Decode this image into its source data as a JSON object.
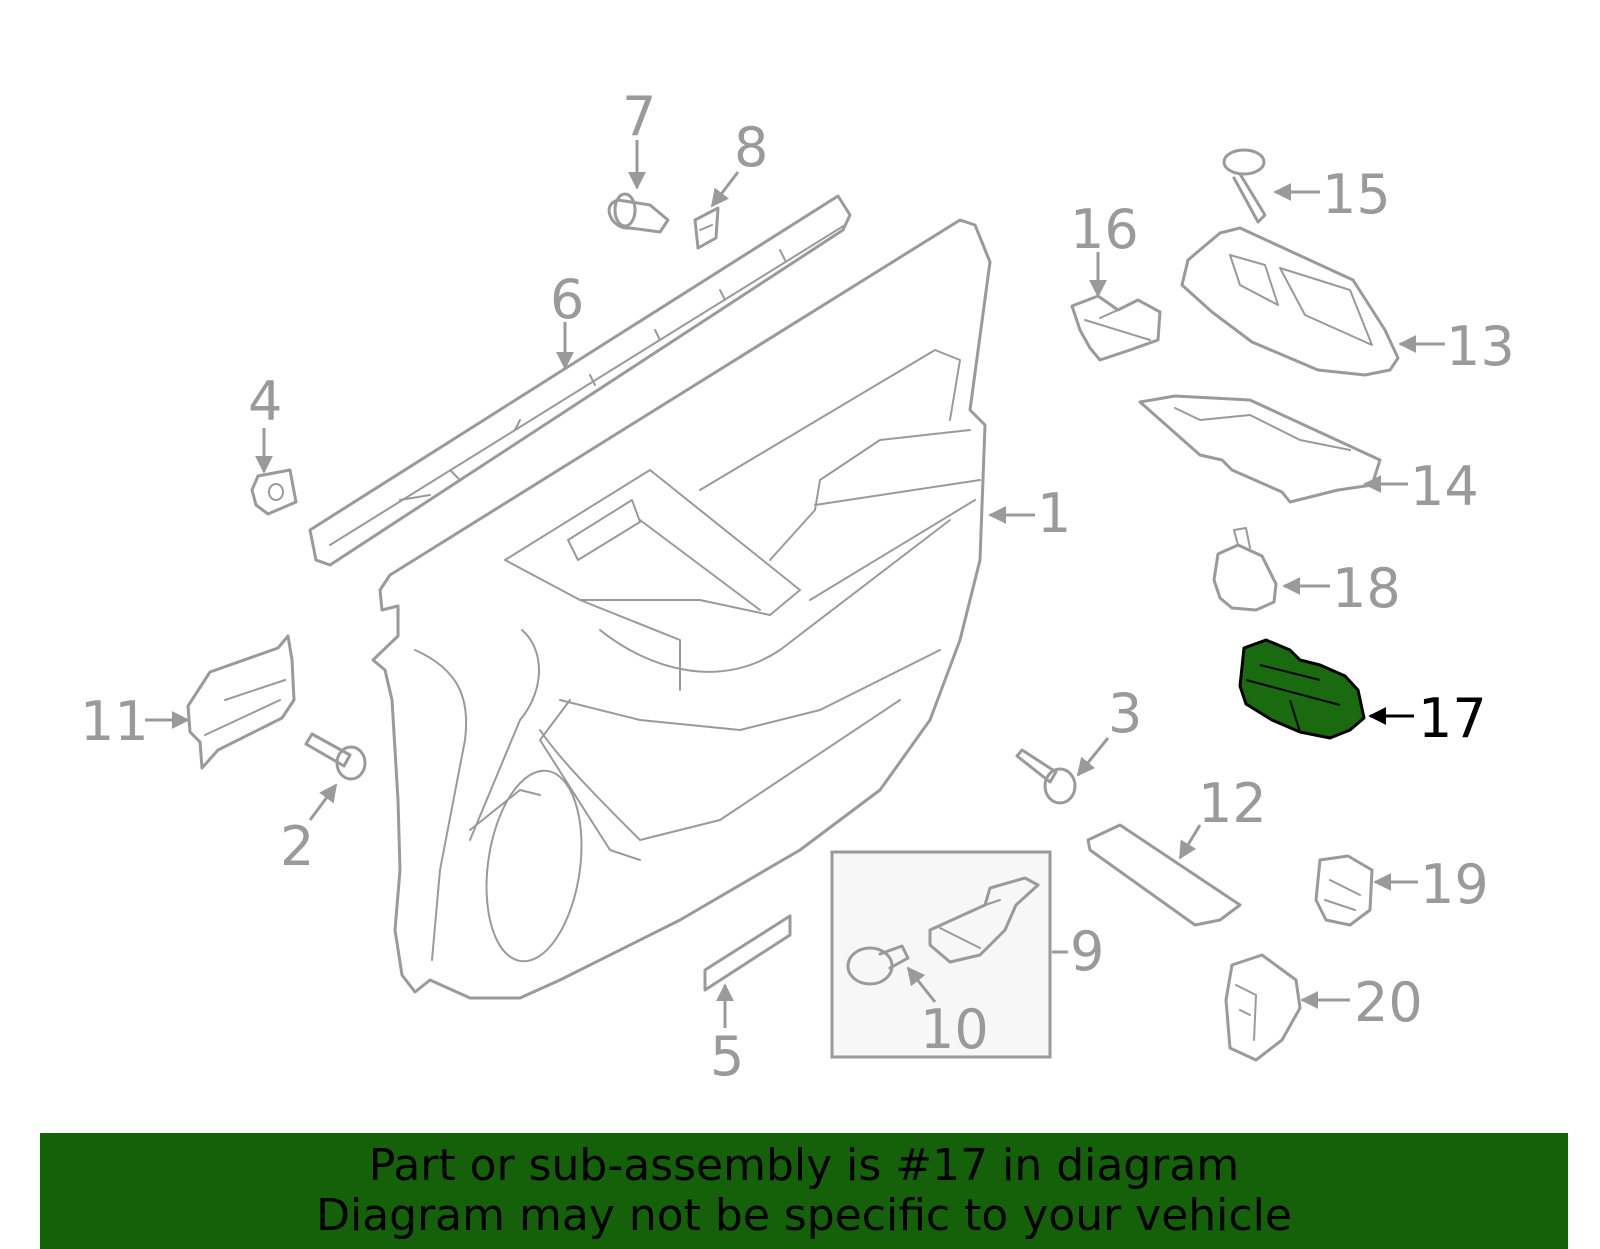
{
  "diagram": {
    "highlight_part": "17",
    "colors": {
      "line": "#9a9a9a",
      "highlight_fill": "#1a6b0f",
      "highlight_text": "#000000",
      "banner_bg": "#14610a",
      "inset_bg": "#f7f7f7"
    },
    "callouts": {
      "c1": "1",
      "c2": "2",
      "c3": "3",
      "c4": "4",
      "c5": "5",
      "c6": "6",
      "c7": "7",
      "c8": "8",
      "c9": "9",
      "c10": "10",
      "c11": "11",
      "c12": "12",
      "c13": "13",
      "c14": "14",
      "c15": "15",
      "c16": "16",
      "c17": "17",
      "c18": "18",
      "c19": "19",
      "c20": "20"
    }
  },
  "banner": {
    "line1": "Part or sub-assembly is #17 in diagram",
    "line2": "Diagram may not be specific to your vehicle"
  }
}
